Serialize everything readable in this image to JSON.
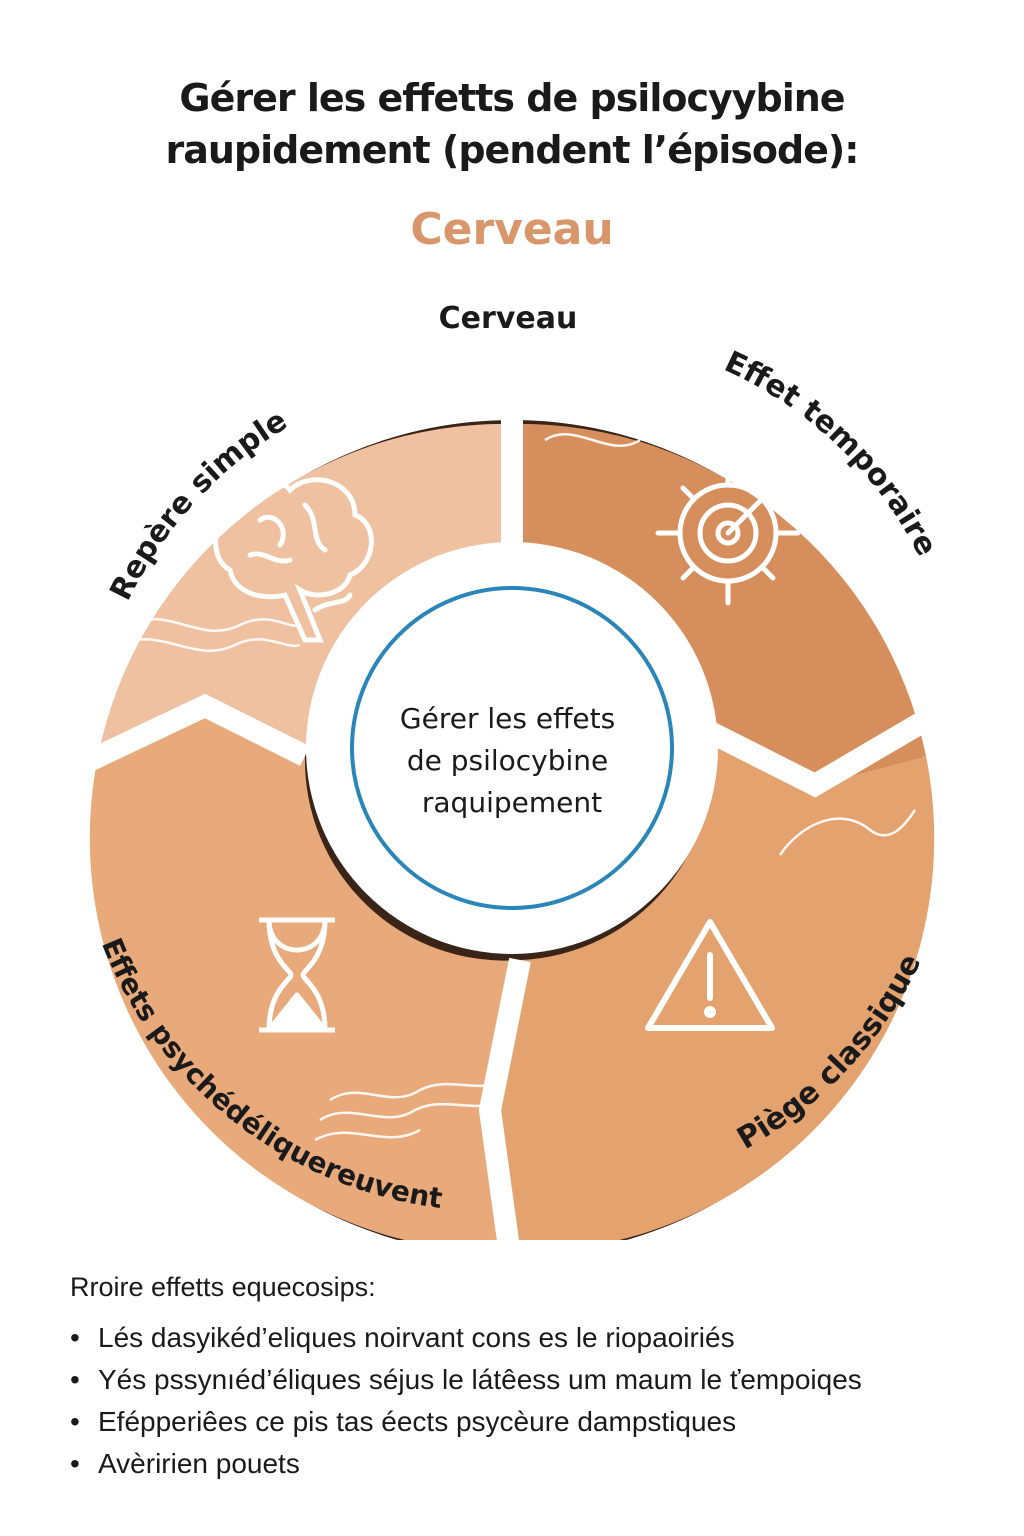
{
  "title_line1": "Gérer les effetts de psilocyybine",
  "title_line2": "raupidement (pendent l’épisode):",
  "subtitle": "Cerveau",
  "diagram": {
    "top_label": "Cerveau",
    "center_text": [
      "Gérer les effets",
      "de psilocybine",
      "raquipement"
    ],
    "segments": [
      {
        "label": "Repère simple",
        "icon": "brain-icon",
        "color": "#efc1a0"
      },
      {
        "label": "Effet temporaire",
        "icon": "target-icon",
        "color": "#d68f5c"
      },
      {
        "label": "Piège classique",
        "icon": "warning-icon",
        "color": "#e4a26f"
      },
      {
        "label": "Effets psychédéliquereuvent",
        "icon": "hourglass-icon",
        "color": "#e9aa7b"
      }
    ],
    "outline_color": "#3a2418",
    "center_ring_color": "#2a86b8"
  },
  "legend": {
    "heading": "Rroire effetts equecosips:",
    "items": [
      "Lés dasyikéd’eliques noirvant cons es le riopaoiriés",
      "Yés pssynıéd’éliques séjus le látêess um maum le ťempoiqes",
      "Efépperiêes ce pis tas éects psycèure dampstiques",
      "Avèririen pouets"
    ]
  }
}
